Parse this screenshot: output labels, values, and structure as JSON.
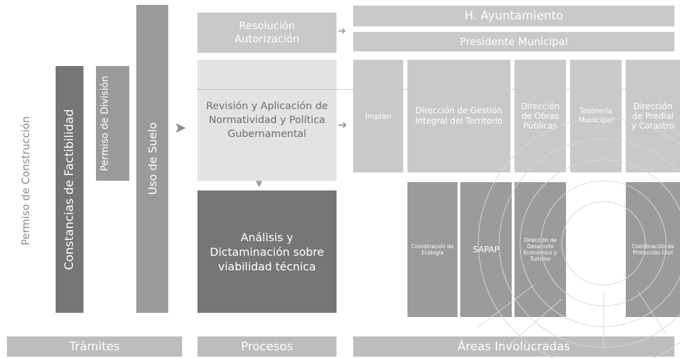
{
  "side_label": "Permiso de Construcción",
  "tramites": {
    "constancias": "Constancias de Factibilidad",
    "permiso_division": "Permiso de División",
    "uso_suelo": "Uso de Suelo"
  },
  "procesos": {
    "resolucion": "Resolución Autorización",
    "revision": "Revisión y Aplicación de Normatividad y Política Gubernamental",
    "analisis": "Análisis y Dictaminación sobre viabilidad técnica"
  },
  "areas": {
    "ayuntamiento": "H. Ayuntamiento",
    "presidente": "Presidente Municipal",
    "implan": "Implan",
    "direccion_gestion": "Dirección de Gestión Integral del Territorio",
    "obras_publicas": "Dirección de Obras Públicas",
    "tesoreria": "Tesorería Municipal",
    "predial": "Dirección de Predial y Catastro",
    "ecologia": "Coordinación de Ecología",
    "sapap": "SAPAP",
    "desarrollo": "Dirección de Desarrollo Económico y Turismo",
    "proteccion": "Coordinación de Protección Civil"
  },
  "footers": {
    "tramites": "Trámites",
    "procesos": "Procesos",
    "areas": "Áreas Involucradas"
  },
  "colors": {
    "light": "#c9c9c9",
    "mid": "#9b9b9b",
    "dark": "#767676",
    "footer": "#bdbdbd"
  }
}
